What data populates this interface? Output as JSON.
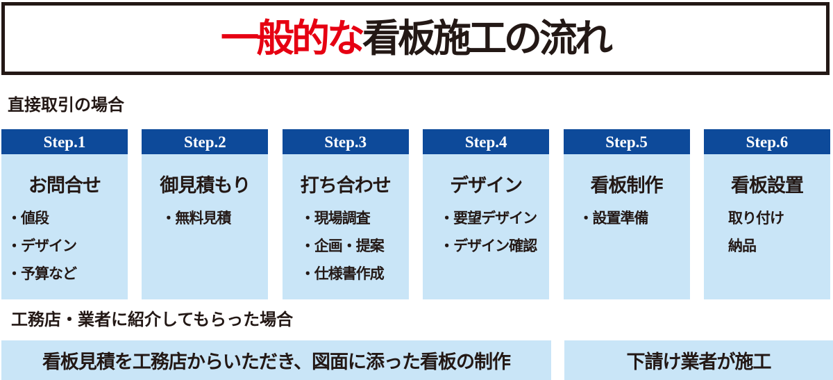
{
  "title": {
    "highlight": "一般的な",
    "rest": "看板施工の流れ"
  },
  "colors": {
    "header_blue": "#0d4a9a",
    "body_light_blue": "#c9e5f7",
    "title_red": "#e60012",
    "ink": "#231815"
  },
  "sections": {
    "direct_label": "直接取引の場合",
    "referral_label": "工務店・業者に紹介してもらった場合"
  },
  "steps": [
    {
      "label": "Step.1",
      "title": "お問合せ",
      "items": [
        "・値段",
        "・デザイン",
        "・予算など"
      ]
    },
    {
      "label": "Step.2",
      "title": "御見積もり",
      "items": [
        "・無料見積"
      ]
    },
    {
      "label": "Step.3",
      "title": "打ち合わせ",
      "items": [
        "・現場調査",
        "・企画・提案",
        "・仕様書作成"
      ]
    },
    {
      "label": "Step.4",
      "title": "デザイン",
      "items": [
        "・要望デザイン",
        "・デザイン確認"
      ]
    },
    {
      "label": "Step.5",
      "title": "看板制作",
      "items": [
        "・設置準備"
      ]
    },
    {
      "label": "Step.6",
      "title": "看板設置",
      "items": [
        "取り付け",
        "納品"
      ]
    }
  ],
  "referral_bars": {
    "left": "看板見積を工務店からいただき、図面に添った看板の制作",
    "right": "下請け業者が施工"
  }
}
